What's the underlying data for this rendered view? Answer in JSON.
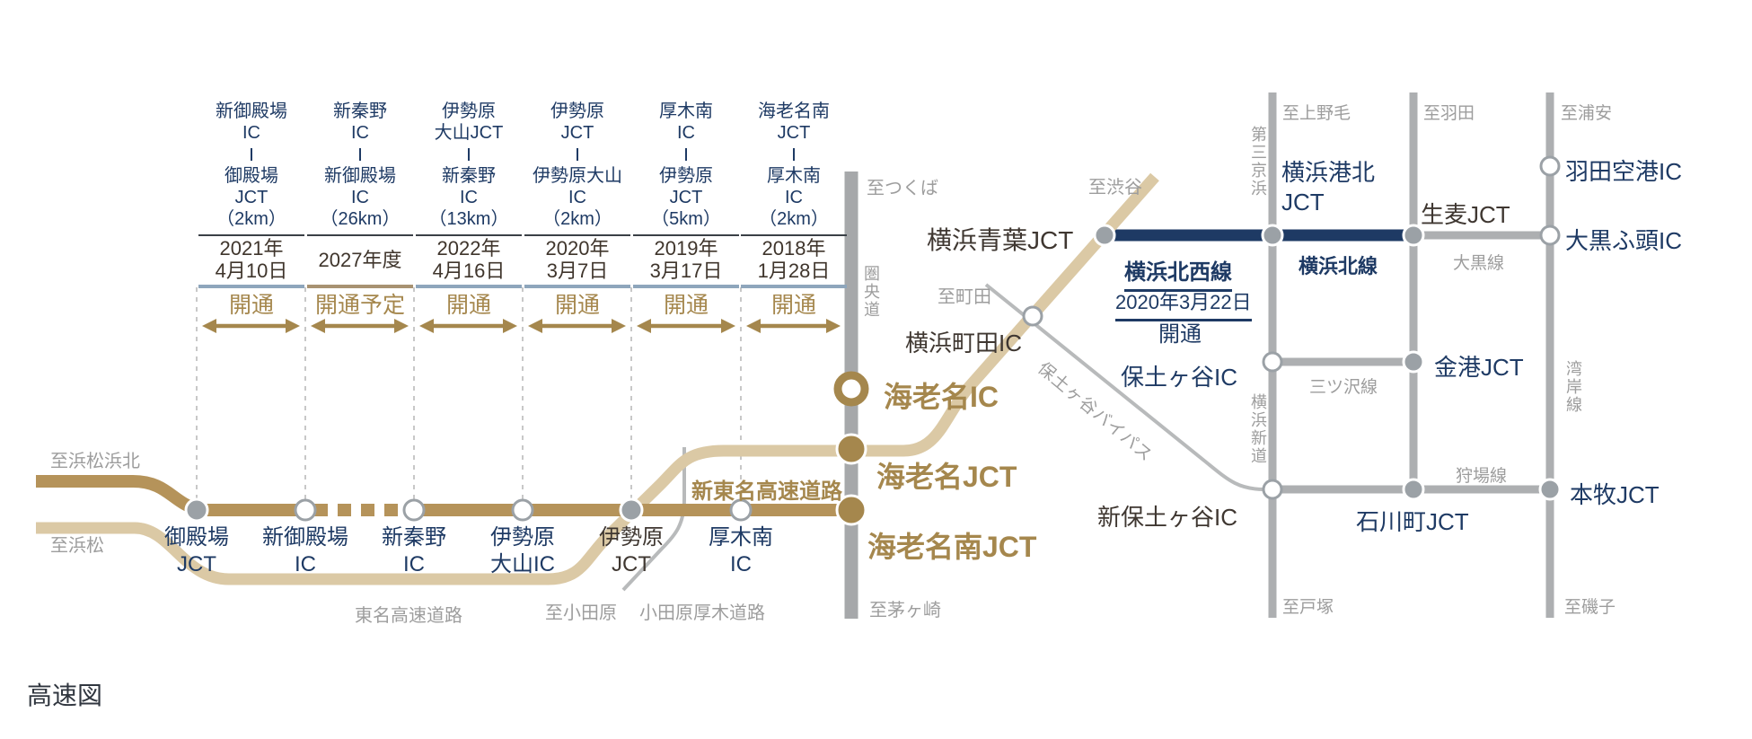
{
  "title": "高速図",
  "colors": {
    "gold_road": "#b5935a",
    "beige_road": "#dbc9a5",
    "gold": "#a5874d",
    "navy": "#1e3a64",
    "dark": "#3f3731",
    "date": "#3f352c",
    "gray_road": "#adafb1",
    "gray_thin": "#b8babb",
    "gray_text": "#9d9d9d",
    "rule_dark": "#3a4046",
    "rule_blue": "#8ea6bc",
    "rule_gold": "#a89272",
    "kenodo": "#a6a8aa",
    "node_gray": "#9ba1a6",
    "title": "#30363f"
  },
  "segments": [
    {
      "from1": "新御殿場",
      "from2": "IC",
      "to1": "御殿場",
      "to2": "JCT",
      "dist": "（2km）",
      "date1": "2021年",
      "date2": "4月10日",
      "status": "開通"
    },
    {
      "from1": "新秦野",
      "from2": "IC",
      "to1": "新御殿場",
      "to2": "IC",
      "dist": "（26km）",
      "date1": "2027年度",
      "date2": "",
      "status": "開通予定"
    },
    {
      "from1": "伊勢原",
      "from2": "大山JCT",
      "to1": "新秦野",
      "to2": "IC",
      "dist": "（13km）",
      "date1": "2022年",
      "date2": "4月16日",
      "status": "開通"
    },
    {
      "from1": "伊勢原",
      "from2": "JCT",
      "to1": "伊勢原大山",
      "to2": "IC",
      "dist": "（2km）",
      "date1": "2020年",
      "date2": "3月7日",
      "status": "開通"
    },
    {
      "from1": "厚木南",
      "from2": "IC",
      "to1": "伊勢原",
      "to2": "JCT",
      "dist": "（5km）",
      "date1": "2019年",
      "date2": "3月17日",
      "status": "開通"
    },
    {
      "from1": "海老名南",
      "from2": "JCT",
      "to1": "厚木南",
      "to2": "IC",
      "dist": "（2km）",
      "date1": "2018年",
      "date2": "1月28日",
      "status": "開通"
    }
  ],
  "stations": [
    {
      "l1": "御殿場",
      "l2": "JCT"
    },
    {
      "l1": "新御殿場",
      "l2": "IC"
    },
    {
      "l1": "新秦野",
      "l2": "IC"
    },
    {
      "l1": "伊勢原",
      "l2": "大山IC"
    },
    {
      "l1": "伊勢原",
      "l2": "JCT"
    },
    {
      "l1": "厚木南",
      "l2": "IC"
    }
  ],
  "ebina": {
    "ic": "海老名IC",
    "jct": "海老名JCT",
    "minami_jct": "海老名南JCT"
  },
  "lm": {
    "to_hamamatsu_hamakita": "至浜松浜北",
    "to_hamamatsu": "至浜松",
    "tomei": "東名高速道路",
    "to_odawara": "至小田原",
    "odawara_atsugi": "小田原厚木道路",
    "shintomei": "新東名高速道路",
    "kenodo": "圏央道",
    "to_tsukuba": "至つくば",
    "to_chigasaki": "至茅ヶ崎"
  },
  "rm": {
    "to_shibuya": "至渋谷",
    "to_machida": "至町田",
    "yokohama_machida_ic": "横浜町田IC",
    "yokohama_aoba_jct": "横浜青葉JCT",
    "hokusei_line": "横浜北西線",
    "hokusei_date": "2020年3月22日",
    "hokusei_status": "開通",
    "kita_line": "横浜北線",
    "daisan_keihin": "第三京浜",
    "to_kaminoge": "至上野毛",
    "kohoku_l1": "横浜港北",
    "kohoku_l2": "JCT",
    "to_haneda": "至羽田",
    "to_urayasu": "至浦安",
    "haneda_airport_ic": "羽田空港IC",
    "namamugi_jct": "生麦JCT",
    "daikoku_line": "大黒線",
    "daikoku_futo_ic": "大黒ふ頭IC",
    "hodogaya_ic": "保土ヶ谷IC",
    "mitsuzawa_line": "三ツ沢線",
    "kanko_jct": "金港JCT",
    "yokohama_shindo": "横浜新道",
    "hodogaya_bypass": "保土ヶ谷バイパス",
    "shin_hodogaya_ic": "新保土ヶ谷IC",
    "kariba_line": "狩場線",
    "ishikawacho_jct": "石川町JCT",
    "honmoku_jct": "本牧JCT",
    "wangan_line": "湾岸線",
    "to_totsuka": "至戸塚",
    "to_isogo": "至磯子"
  }
}
